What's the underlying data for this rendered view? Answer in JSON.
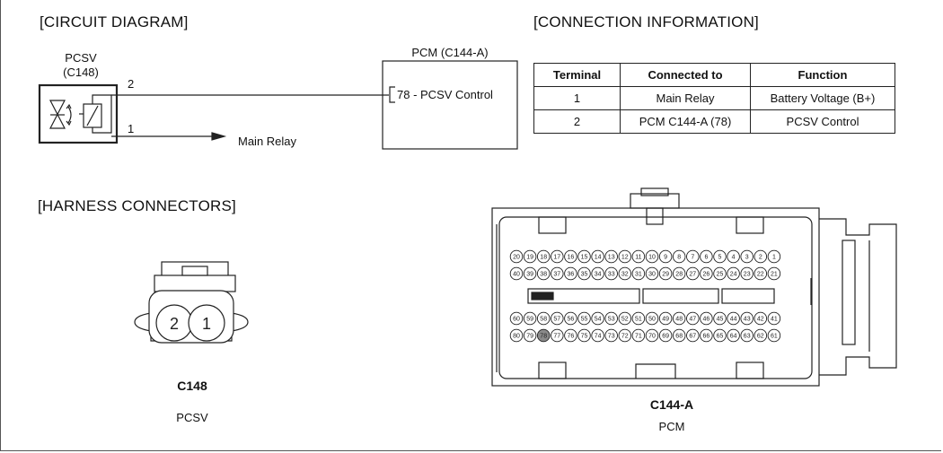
{
  "circuit": {
    "title": "[CIRCUIT DIAGRAM]",
    "component_name": "PCSV",
    "component_connector": "(C148)",
    "pin2": "2",
    "pin1": "1",
    "main_relay": "Main Relay",
    "pcm_label": "PCM (C144-A)",
    "pcm_pin_text": "78 - PCSV Control"
  },
  "connection": {
    "title": "[CONNECTION INFORMATION]",
    "headers": [
      "Terminal",
      "Connected to",
      "Function"
    ],
    "rows": [
      [
        "1",
        "Main Relay",
        "Battery Voltage (B+)"
      ],
      [
        "2",
        "PCM C144-A (78)",
        "PCSV Control"
      ]
    ]
  },
  "harness": {
    "title": "[HARNESS CONNECTORS]",
    "c148": {
      "code": "C148",
      "name": "PCSV",
      "pins": [
        "2",
        "1"
      ]
    },
    "c144a": {
      "code": "C144-A",
      "name": "PCM",
      "highlighted_pin": "78",
      "row1": [
        "20",
        "19",
        "18",
        "17",
        "16",
        "15",
        "14",
        "13",
        "12",
        "11",
        "10",
        "9",
        "8",
        "7",
        "6",
        "5",
        "4",
        "3",
        "2",
        "1"
      ],
      "row2": [
        "40",
        "39",
        "38",
        "37",
        "36",
        "35",
        "34",
        "33",
        "32",
        "31",
        "30",
        "29",
        "28",
        "27",
        "26",
        "25",
        "24",
        "23",
        "22",
        "21"
      ],
      "row3": [
        "60",
        "59",
        "58",
        "57",
        "56",
        "55",
        "54",
        "53",
        "52",
        "51",
        "50",
        "49",
        "48",
        "47",
        "46",
        "45",
        "44",
        "43",
        "42",
        "41"
      ],
      "row4": [
        "80",
        "79",
        "78",
        "77",
        "76",
        "75",
        "74",
        "73",
        "72",
        "71",
        "70",
        "69",
        "68",
        "67",
        "66",
        "65",
        "64",
        "63",
        "62",
        "61"
      ]
    }
  },
  "colors": {
    "line": "#222222",
    "highlight_pin": "#8a8a8a"
  }
}
